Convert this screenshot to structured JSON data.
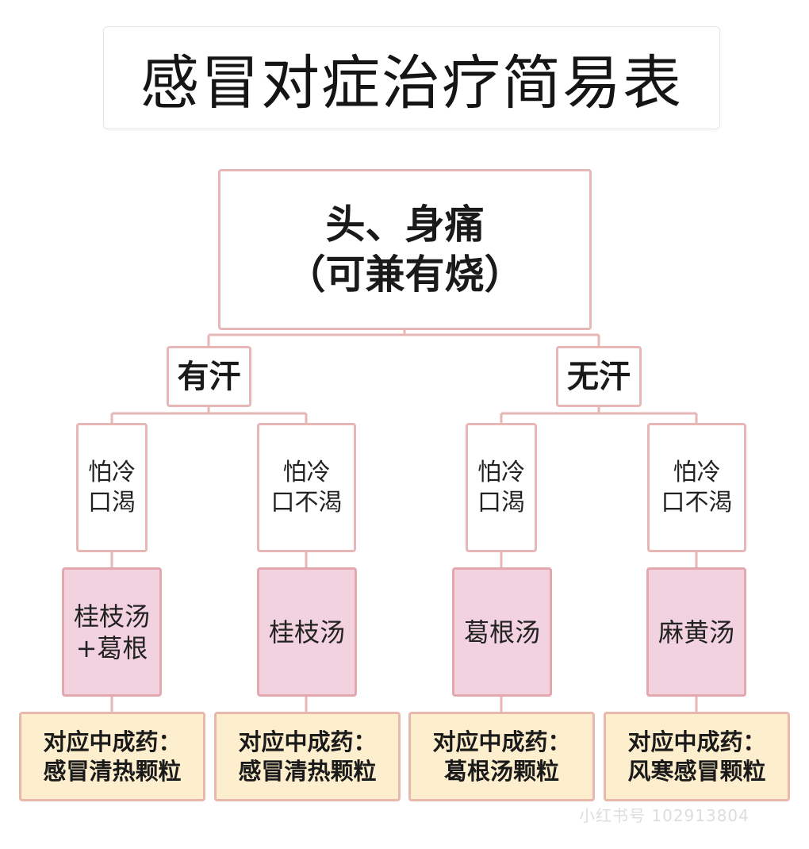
{
  "title": "感冒对症治疗简易表",
  "root": {
    "line1": "头、身痛",
    "line2": "（可兼有烧）"
  },
  "branches": [
    {
      "label": "有汗",
      "columns": [
        {
          "symptom": [
            "怕冷",
            "口渴"
          ],
          "remedy": [
            "桂枝汤",
            "+葛根"
          ],
          "medicine": [
            "对应中成药：",
            "感冒清热颗粒"
          ]
        },
        {
          "symptom": [
            "怕冷",
            "口不渴"
          ],
          "remedy": [
            "桂枝汤"
          ],
          "medicine": [
            "对应中成药：",
            "感冒清热颗粒"
          ]
        }
      ]
    },
    {
      "label": "无汗",
      "columns": [
        {
          "symptom": [
            "怕冷",
            "口渴"
          ],
          "remedy": [
            "葛根汤"
          ],
          "medicine": [
            "对应中成药：",
            "葛根汤颗粒"
          ]
        },
        {
          "symptom": [
            "怕冷",
            "口不渴"
          ],
          "remedy": [
            "麻黄汤"
          ],
          "medicine": [
            "对应中成药：",
            "风寒感冒颗粒"
          ]
        }
      ]
    }
  ],
  "watermark": "小红书号 102913804",
  "colors": {
    "border": "#e7b6b6",
    "remedy_fill": "#f3d2e0",
    "medicine_fill": "#fdeecd"
  }
}
